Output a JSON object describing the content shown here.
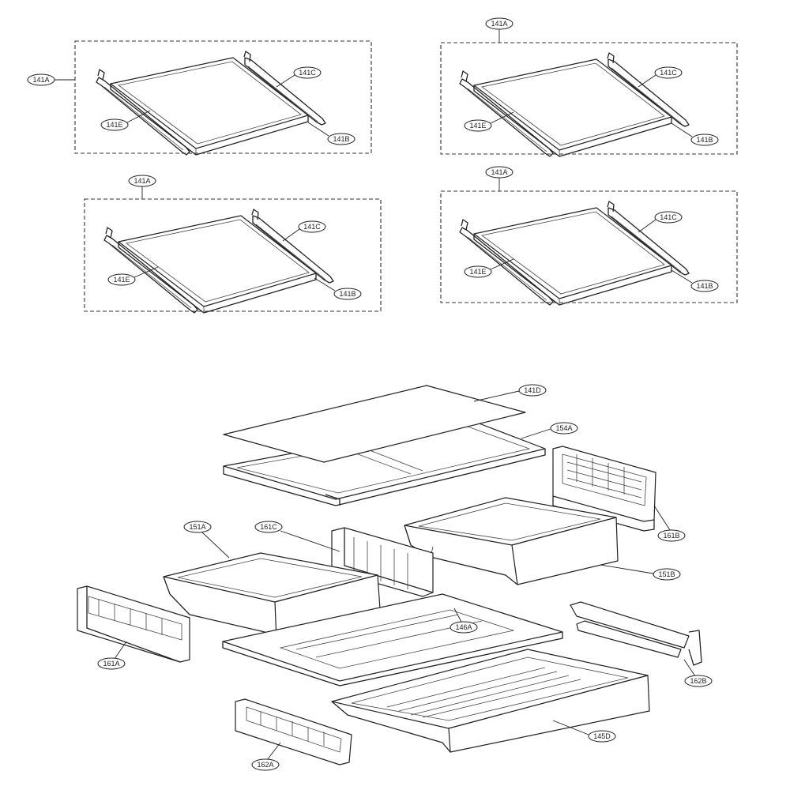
{
  "callouts": {
    "g1": {
      "a": "141A",
      "b": "141B",
      "c": "141C",
      "e": "141E"
    },
    "g2": {
      "a": "141A",
      "b": "141B",
      "c": "141C",
      "e": "141E"
    },
    "g3": {
      "a": "141A",
      "b": "141B",
      "c": "141C",
      "e": "141E"
    },
    "g4": {
      "a": "141A",
      "b": "141B",
      "c": "141C",
      "e": "141E"
    },
    "lower": {
      "d141": "141D",
      "a154": "154A",
      "b161": "161B",
      "a151": "151A",
      "c161": "161C",
      "b151": "151B",
      "a146": "146A",
      "a161": "161A",
      "b162": "162B",
      "d145": "145D",
      "a162": "162A"
    }
  }
}
